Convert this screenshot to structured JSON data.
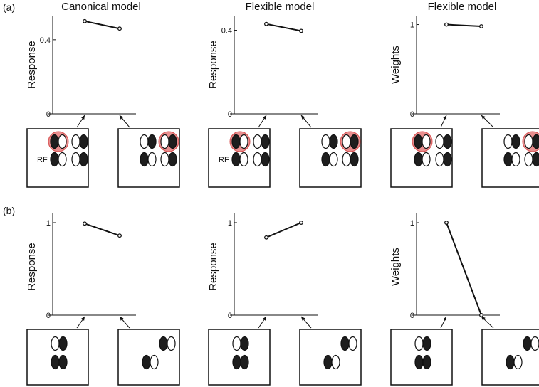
{
  "rows": [
    {
      "label": "(a)",
      "show_rf": true
    },
    {
      "label": "(b)",
      "show_rf": false
    }
  ],
  "panel_titles": [
    "Canonical model",
    "Flexible model",
    "Flexible model"
  ],
  "rf_label": "RF",
  "colors": {
    "line": "#111111",
    "highlight": "#e88888",
    "highlight_ring": "#d44444"
  },
  "chart_data": [
    {
      "type": "line",
      "row": 0,
      "col": 0,
      "title": "Canonical model",
      "ylabel": "Response",
      "ylim": [
        0,
        0.53
      ],
      "yticks": [
        "0",
        "0.4"
      ],
      "ytick_values": [
        0,
        0.4
      ],
      "series": [
        {
          "values": [
            0.5,
            0.46
          ]
        }
      ]
    },
    {
      "type": "line",
      "row": 0,
      "col": 1,
      "title": "Flexible model",
      "ylabel": "Response",
      "ylim": [
        0,
        0.47
      ],
      "yticks": [
        "0",
        "0.4"
      ],
      "ytick_values": [
        0,
        0.4
      ],
      "series": [
        {
          "values": [
            0.43,
            0.397
          ]
        }
      ]
    },
    {
      "type": "line",
      "row": 0,
      "col": 2,
      "title": "Flexible model",
      "ylabel": "Weights",
      "ylim": [
        0,
        1.1
      ],
      "yticks": [
        "0",
        "1"
      ],
      "ytick_values": [
        0,
        1
      ],
      "series": [
        {
          "values": [
            1.0,
            0.98
          ]
        }
      ]
    },
    {
      "type": "line",
      "row": 1,
      "col": 0,
      "title": "",
      "ylabel": "Response",
      "ylim": [
        0,
        1.1
      ],
      "yticks": [
        "0",
        "1"
      ],
      "ytick_values": [
        0,
        1
      ],
      "series": [
        {
          "values": [
            0.99,
            0.86
          ]
        }
      ]
    },
    {
      "type": "line",
      "row": 1,
      "col": 1,
      "title": "",
      "ylabel": "Response",
      "ylim": [
        0,
        1.1
      ],
      "yticks": [
        "0",
        "1"
      ],
      "ytick_values": [
        0,
        1
      ],
      "series": [
        {
          "values": [
            0.84,
            1.0
          ]
        }
      ]
    },
    {
      "type": "line",
      "row": 1,
      "col": 2,
      "title": "",
      "ylabel": "Weights",
      "ylim": [
        0,
        1.1
      ],
      "yticks": [
        "0",
        "1"
      ],
      "ytick_values": [
        0,
        1
      ],
      "series": [
        {
          "values": [
            1.0,
            0.0
          ]
        }
      ]
    }
  ]
}
